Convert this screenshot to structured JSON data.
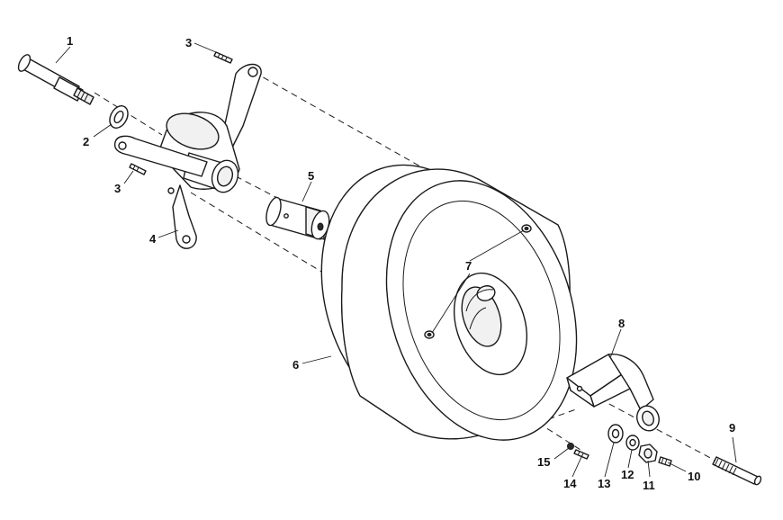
{
  "diagram": {
    "callouts": {
      "c1": "1",
      "c2": "2",
      "c3a": "3",
      "c3b": "3",
      "c4": "4",
      "c5": "5",
      "c6": "6",
      "c7": "7",
      "c8": "8",
      "c9": "9",
      "c10": "10",
      "c11": "11",
      "c12": "12",
      "c13": "13",
      "c14": "14",
      "c15": "15"
    }
  }
}
